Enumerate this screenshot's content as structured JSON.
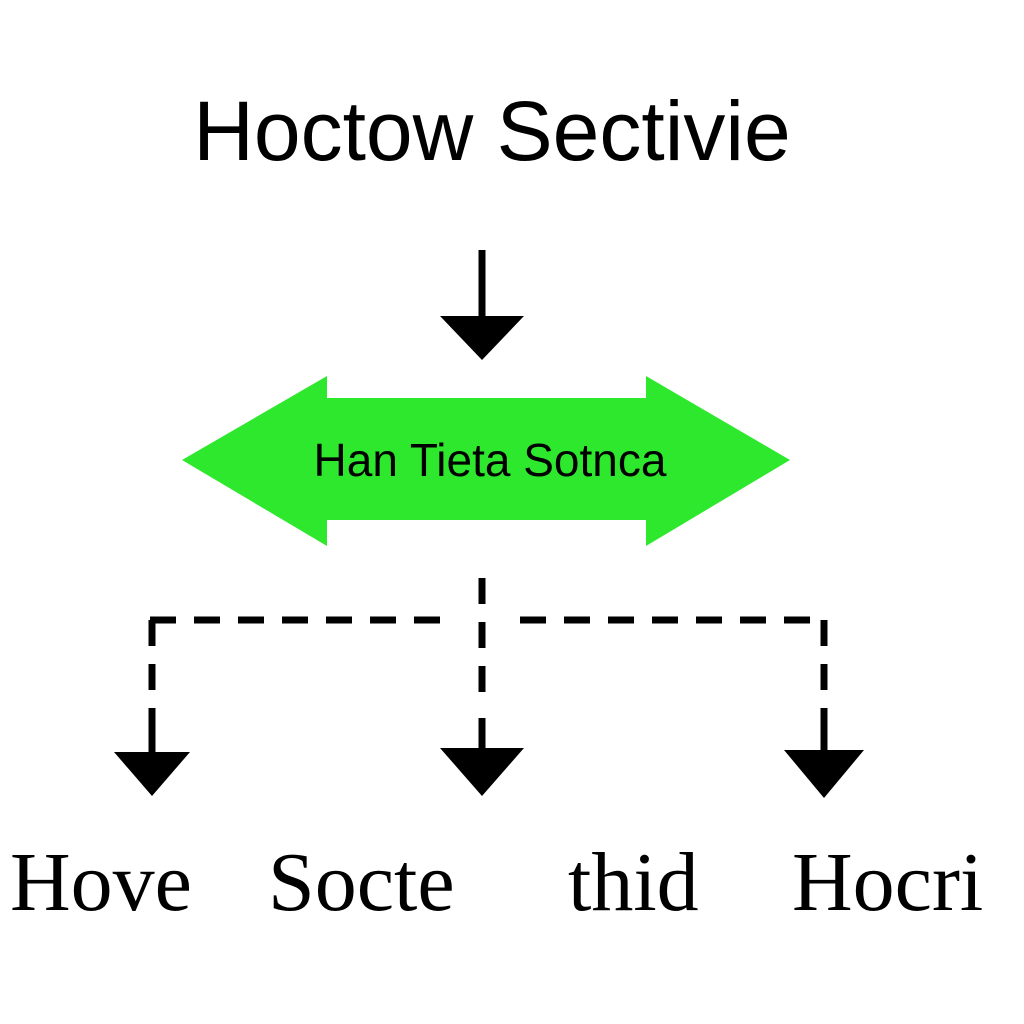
{
  "diagram": {
    "top_label": "Hoctow Sectivie",
    "center_label": "Han Tieta Sotnca",
    "bottom_labels": [
      "Hove",
      "Socte",
      "thid",
      "Hocri"
    ]
  },
  "colors": {
    "background": "#ffffff",
    "center_shape_fill": "#2ee82e",
    "stroke": "#000000",
    "text": "#000000"
  },
  "icons": {
    "down_arrow": "arrow-down-icon",
    "center_shape": "double-arrow-icon"
  }
}
